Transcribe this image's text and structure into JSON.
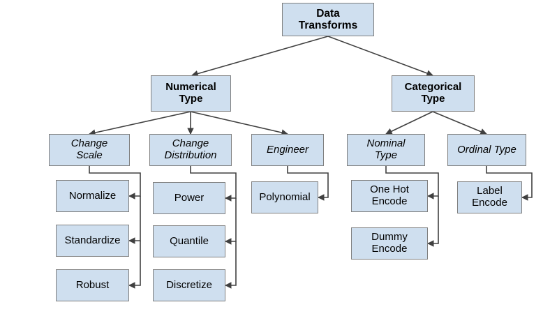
{
  "diagram": {
    "title": "Data Transforms",
    "background_color": "#ffffff",
    "node_fill_color": "#cfdfef",
    "node_border_color": "#7f7f7f",
    "edge_color": "#404040",
    "nodes": {
      "root": {
        "label": "Data\nTransforms"
      },
      "numerical_type": {
        "label": "Numerical\nType"
      },
      "categorical_type": {
        "label": "Categorical\nType"
      },
      "change_scale": {
        "label": "Change\nScale"
      },
      "change_distribution": {
        "label": "Change\nDistribution"
      },
      "engineer": {
        "label": "Engineer"
      },
      "nominal_type": {
        "label": "Nominal\nType"
      },
      "ordinal_type": {
        "label": "Ordinal Type"
      },
      "normalize": {
        "label": "Normalize"
      },
      "standardize": {
        "label": "Standardize"
      },
      "robust": {
        "label": "Robust"
      },
      "power": {
        "label": "Power"
      },
      "quantile": {
        "label": "Quantile"
      },
      "discretize": {
        "label": "Discretize"
      },
      "polynomial": {
        "label": "Polynomial"
      },
      "one_hot_encode": {
        "label": "One Hot\nEncode"
      },
      "dummy_encode": {
        "label": "Dummy\nEncode"
      },
      "label_encode": {
        "label": "Label\nEncode"
      }
    }
  }
}
